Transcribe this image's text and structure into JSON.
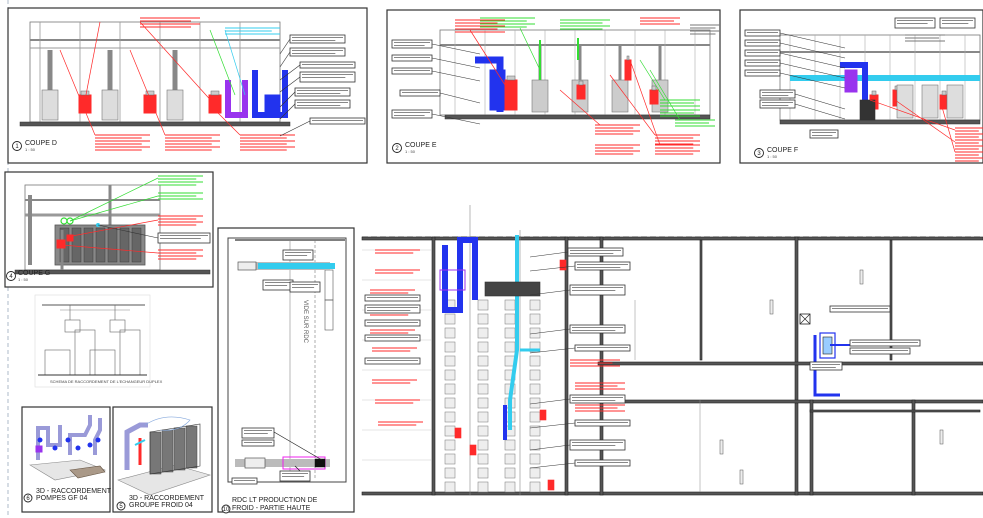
{
  "sheet": {
    "views": [
      {
        "id": "coupe-d",
        "number": "1",
        "title": "COUPE D",
        "scale": "1 : 50"
      },
      {
        "id": "coupe-e",
        "number": "2",
        "title": "COUPE E",
        "scale": "1 : 50"
      },
      {
        "id": "coupe-f",
        "number": "3",
        "title": "COUPE F",
        "scale": "1 : 50"
      },
      {
        "id": "coupe-g",
        "number": "4",
        "title": "COUPE G",
        "scale": "1 : 50"
      },
      {
        "id": "pompes",
        "number": "6",
        "title_line1": "3D - RACCORDEMENT",
        "title_line2": "POMPES GF 04"
      },
      {
        "id": "groupe-froid",
        "number": "5",
        "title_line1": "3D - RACCORDEMENT",
        "title_line2": "GROUPE FROID 04"
      },
      {
        "id": "rdc",
        "number": "10",
        "title_line1": "RDC LT PRODUCTION DE",
        "title_line2": "FROID - PARTIE HAUTE"
      }
    ],
    "schema_caption": "SCHEMA DE RACCORDEMENT DE L'ECHANGEUR DUPLEX",
    "void_label": "VIDE SUR RDC",
    "colors": {
      "red": "#ff2a2a",
      "green": "#33dd33",
      "blue": "#2233ee",
      "purple": "#9933ee",
      "cyan": "#33ccee",
      "magenta": "#ee22ee",
      "line": "#555555"
    }
  }
}
